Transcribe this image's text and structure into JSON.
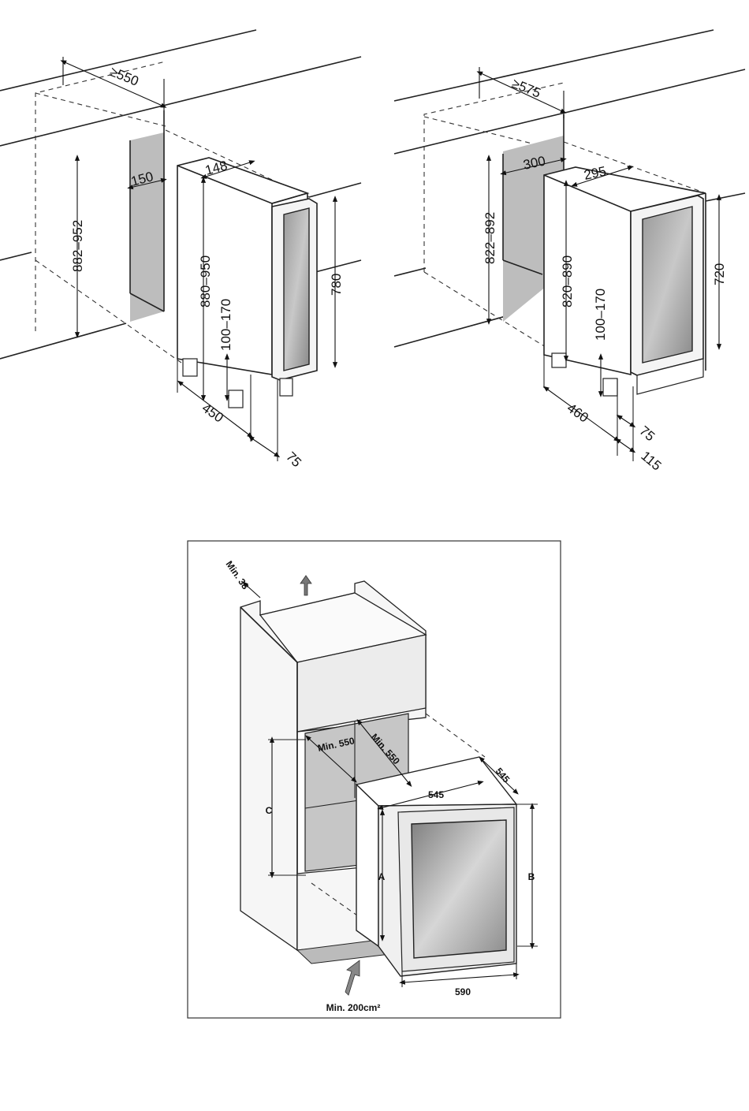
{
  "diagram_left": {
    "labels": {
      "min_depth": "≥550",
      "niche_height": "882–952",
      "vent_gap": "150",
      "top_width": "148",
      "unit_height": "880–950",
      "door_height": "780",
      "feet": "100–170",
      "depth": "450",
      "door_depth": "75"
    }
  },
  "diagram_right": {
    "labels": {
      "min_depth": "≥575",
      "niche_height": "822–892",
      "vent_gap": "300",
      "top_width": "295",
      "unit_height": "820–890",
      "door_height": "720",
      "feet": "100–170",
      "depth": "460",
      "door_depth": "75",
      "plinth_depth": "115"
    }
  },
  "diagram_bottom": {
    "labels": {
      "top_gap": "Min. 38",
      "niche_width": "Min. 550",
      "niche_depth": "Min. 550",
      "unit_width": "545",
      "unit_depth": "545",
      "dim_c": "C",
      "dim_a": "A",
      "dim_b": "B",
      "door_width": "590",
      "vent_area": "Min. 200cm²"
    }
  }
}
